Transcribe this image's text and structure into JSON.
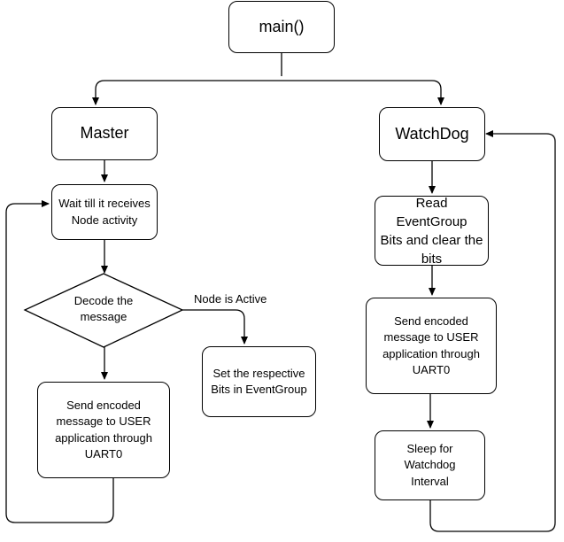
{
  "nodes": {
    "main": {
      "lines": [
        "main()"
      ]
    },
    "master": {
      "lines": [
        "Master"
      ]
    },
    "watchdog": {
      "lines": [
        "WatchDog"
      ]
    },
    "wait": {
      "lines": [
        "Wait till it receives",
        "Node activity"
      ]
    },
    "decode": {
      "lines": [
        "Decode the",
        "message"
      ]
    },
    "set_bits": {
      "lines": [
        "Set the respective",
        "Bits in EventGroup"
      ]
    },
    "send_master": {
      "lines": [
        "Send encoded",
        "message to USER",
        "application through",
        "UART0"
      ]
    },
    "read": {
      "lines": [
        "Read",
        "EventGroup",
        "Bits and clear the",
        "bits"
      ]
    },
    "send_watchdog": {
      "lines": [
        "Send encoded",
        "message to USER",
        "application through",
        "UART0"
      ]
    },
    "sleep": {
      "lines": [
        "Sleep for",
        "Watchdog",
        "Interval"
      ]
    }
  },
  "edges": {
    "node_active_label": "Node is Active"
  }
}
